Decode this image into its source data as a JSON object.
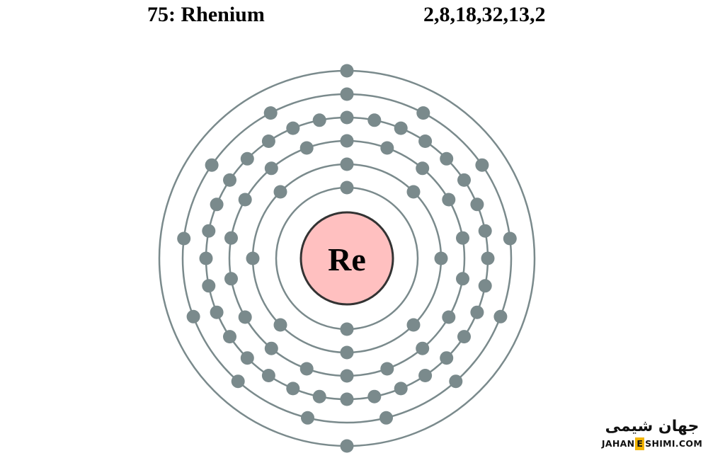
{
  "header": {
    "title": "75: Rhenium",
    "configuration": "2,8,18,32,13,2"
  },
  "atom": {
    "symbol": "Re",
    "shells": [
      2,
      8,
      18,
      32,
      13,
      2
    ],
    "colors": {
      "nucleus_fill": "#ffc0c0",
      "nucleus_stroke": "#333333",
      "orbit": "#7a8a8c",
      "electron": "#7a8a8c"
    }
  },
  "watermark": {
    "logo_text": "جهان شیمی",
    "url_prefix": "JAHAN",
    "url_highlight": "E",
    "url_suffix": "SHIMI.COM",
    "accent_color": "#f2b400"
  }
}
